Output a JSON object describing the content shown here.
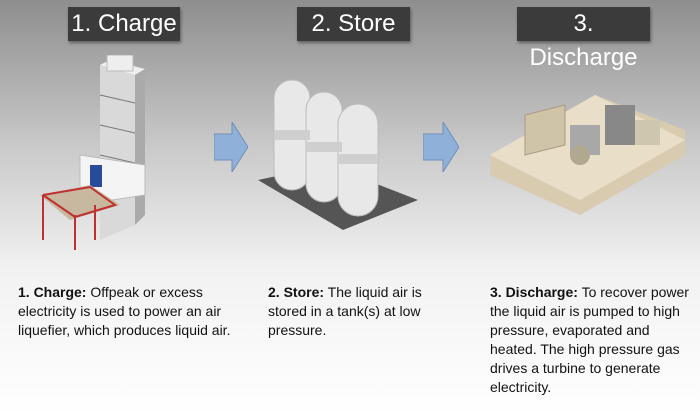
{
  "steps": [
    {
      "title": "1. Charge",
      "label": "1. Charge:",
      "text": " Offpeak or excess electricity is used to power an air liquefier, which produces liquid air.",
      "illustration": "air-liquefier-plant"
    },
    {
      "title": "2. Store",
      "label": "2. Store:",
      "text": " The liquid air is stored in a tank(s) at low pressure.",
      "illustration": "storage-tanks"
    },
    {
      "title": "3. Discharge",
      "label": "3. Discharge:",
      "text": " To recover power the liquid air is pumped to high pressure, evaporated and heated. The high pressure gas drives a turbine to generate electricity.",
      "illustration": "turbine-plant"
    }
  ],
  "colors": {
    "header_bg": "#3b3b3b",
    "arrow": "#8fb0d8"
  }
}
